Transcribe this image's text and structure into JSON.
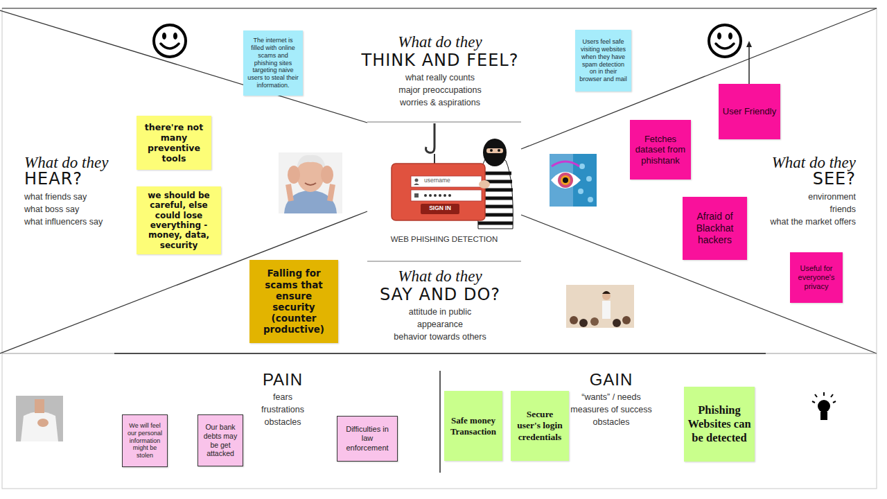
{
  "diagram": {
    "nodes": [
      {
        "text": [
          "The internet is filled with online scams and phishing sites targeting naive users to steal their information."
        ]
      },
      {
        "text": [
          "Users feel safe visiting websites when they have spam detection on in their browser and mail"
        ]
      },
      {
        "text": [
          "User Friendly"
        ]
      },
      {
        "text": [
          "Fetches dataset from phishtank"
        ]
      },
      {
        "text": [
          "there're not many preventive tools"
        ]
      },
      {
        "text": [
          "we should be careful, else could lose everything - money, data, security"
        ]
      },
      {
        "text": [
          "Afraid of Blackhat hackers"
        ]
      },
      {
        "text": [
          "Useful for everyone's privacy"
        ]
      },
      {
        "text": [
          "Falling for scams that ensure security (counter productive)"
        ]
      },
      {
        "text": [
          "We will feel our personal information might be stolen"
        ]
      },
      {
        "text": [
          "Our bank debts may be get attacked"
        ]
      },
      {
        "text": [
          "Difficulties in law enforcement"
        ]
      },
      {
        "text": [
          "Safe money Transaction"
        ]
      },
      {
        "text": [
          "Secure user's login credentials"
        ]
      },
      {
        "text": [
          "Phishing Websites can be detected"
        ]
      }
    ],
    "labels": [
      "What do they",
      "THINK AND FEEL?",
      "what really counts",
      "major preoccupations",
      "worries & aspirations",
      "What do they",
      "HEAR?",
      "what friends say",
      "what boss say",
      "what influencers say",
      "What do they",
      "SEE?",
      "environment",
      "friends",
      "what the market offers",
      "username",
      "SIGN IN",
      "WEB PHISHING DETECTION",
      "What do they",
      "SAY AND DO?",
      "attitude in public",
      "appearance",
      "behavior towards others",
      "PAIN",
      "fears",
      "frustrations",
      "obstacles",
      "GAIN",
      "“wants” / needs",
      "measures of success",
      "obstacles"
    ]
  }
}
